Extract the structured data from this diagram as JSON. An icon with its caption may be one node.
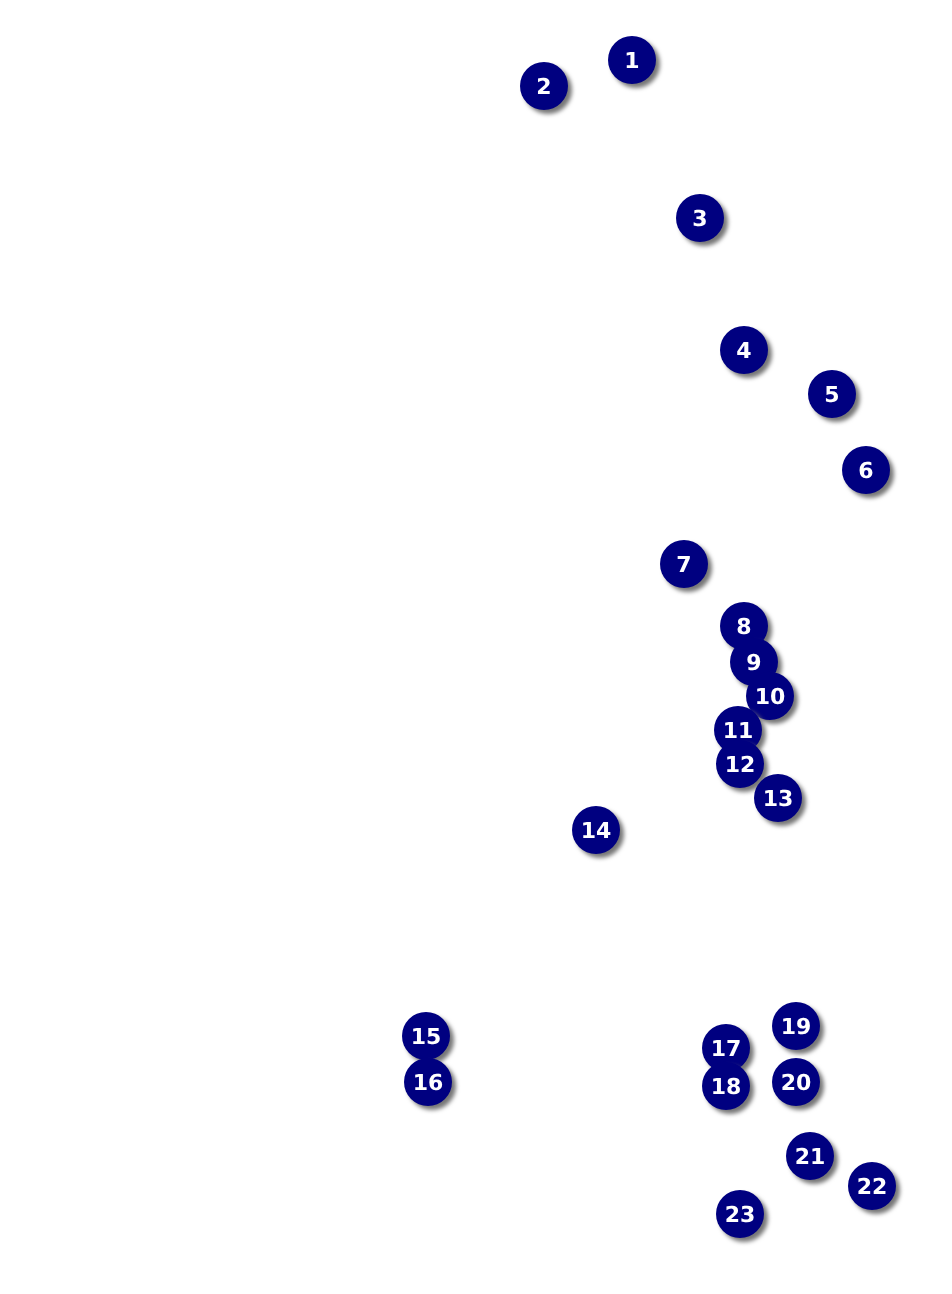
{
  "diagram": {
    "nodes": [
      {
        "text": [
          "1"
        ]
      },
      {
        "text": [
          "2"
        ]
      },
      {
        "text": [
          "3"
        ]
      },
      {
        "text": [
          "4"
        ]
      },
      {
        "text": [
          "5"
        ]
      },
      {
        "text": [
          "6"
        ]
      },
      {
        "text": [
          "7"
        ]
      },
      {
        "text": [
          "8"
        ]
      },
      {
        "text": [
          "9"
        ]
      },
      {
        "text": [
          "10"
        ]
      },
      {
        "text": [
          "11"
        ]
      },
      {
        "text": [
          "12"
        ]
      },
      {
        "text": [
          "13"
        ]
      },
      {
        "text": [
          "14"
        ]
      },
      {
        "text": [
          "15"
        ]
      },
      {
        "text": [
          "16"
        ]
      },
      {
        "text": [
          "17"
        ]
      },
      {
        "text": [
          "18"
        ]
      },
      {
        "text": [
          "19"
        ]
      },
      {
        "text": [
          "20"
        ]
      },
      {
        "text": [
          "21"
        ]
      },
      {
        "text": [
          "22"
        ]
      },
      {
        "text": [
          "23"
        ]
      }
    ]
  }
}
